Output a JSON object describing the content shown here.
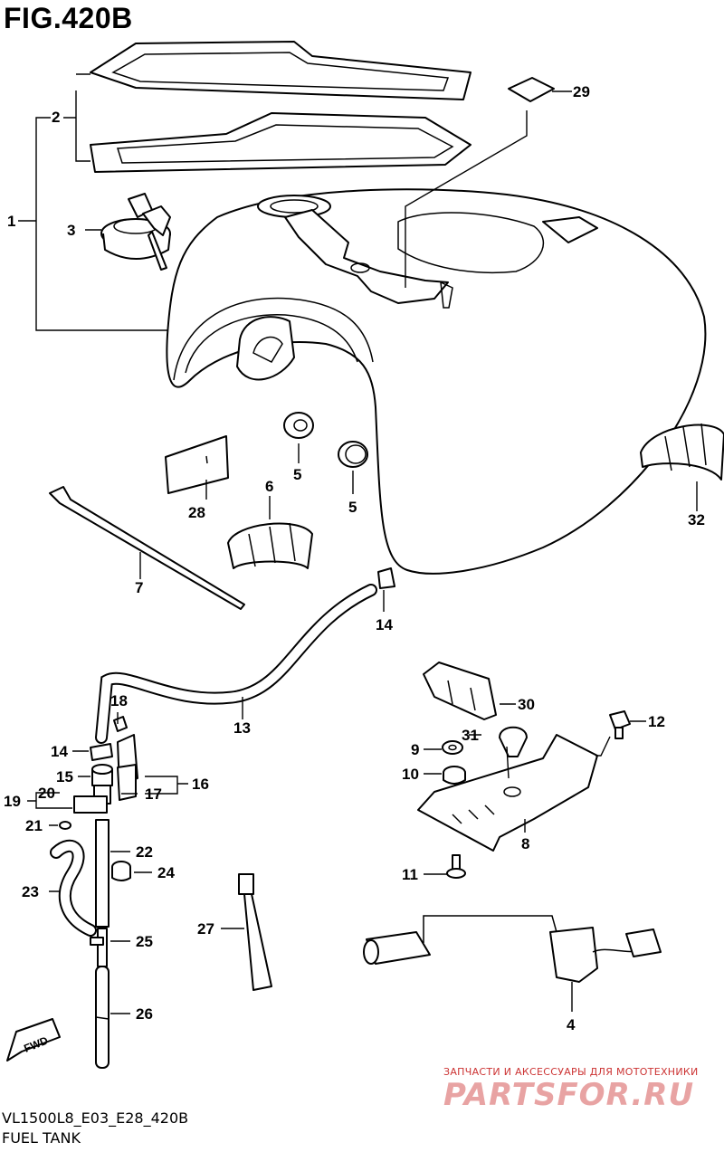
{
  "figure": {
    "title": "FIG.420B",
    "model_code": "VL1500L8_E03_E28_420B",
    "name": "FUEL TANK"
  },
  "watermark": {
    "tagline": "ЗАПЧАСТИ И АКСЕССУАРЫ ДЛЯ МОТОТЕХНИКИ",
    "logo": "PARTSFOR.RU"
  },
  "direction_marker": "FWD",
  "callouts": {
    "c1": "1",
    "c2": "2",
    "c3": "3",
    "c4": "4",
    "c5a": "5",
    "c5b": "5",
    "c6": "6",
    "c7": "7",
    "c8": "8",
    "c9": "9",
    "c10": "10",
    "c11": "11",
    "c12": "12",
    "c13": "13",
    "c14a": "14",
    "c14b": "14",
    "c15": "15",
    "c16": "16",
    "c17": "17",
    "c18": "18",
    "c19": "19",
    "c20": "20",
    "c21": "21",
    "c22": "22",
    "c23": "23",
    "c24": "24",
    "c25": "25",
    "c26": "26",
    "c27": "27",
    "c28": "28",
    "c29": "29",
    "c30": "30",
    "c31": "31",
    "c32": "32"
  }
}
